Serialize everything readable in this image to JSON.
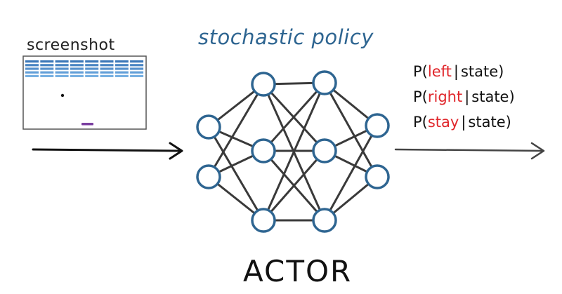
{
  "labels": {
    "screenshot": "screenshot",
    "policy": "stochastic policy",
    "actor": "ACTOR"
  },
  "outputs": [
    {
      "prefix": "P(",
      "action": "left",
      "separator": "|",
      "condition": "state)"
    },
    {
      "prefix": "P(",
      "action": "right",
      "separator": "|",
      "condition": "state)"
    },
    {
      "prefix": "P(",
      "action": "stay",
      "separator": "|",
      "condition": "state)"
    }
  ],
  "network": {
    "layers": [
      2,
      3,
      3,
      2
    ]
  },
  "colors": {
    "node_stroke": "#2e6591",
    "edge": "#3a3a3a",
    "bricks": "#4d8cc7",
    "paddle": "#7a3fa0",
    "action_text": "#e0262b",
    "policy_text": "#2e6591"
  },
  "icons": {
    "input_arrow": "arrow-right-icon",
    "output_arrow": "arrow-right-icon"
  }
}
